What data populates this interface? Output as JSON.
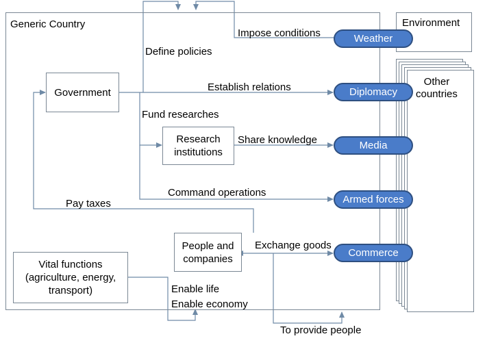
{
  "country": {
    "title": "Generic Country"
  },
  "environment": {
    "title": "Environment"
  },
  "other_countries": {
    "title": "Other\ncountries"
  },
  "nodes": {
    "government": "Government",
    "research": "Research\ninstitutions",
    "people": "People and\ncompanies",
    "vital": "Vital functions\n(agriculture, energy,\ntransport)"
  },
  "channels": {
    "weather": "Weather",
    "diplomacy": "Diplomacy",
    "media": "Media",
    "armed": "Armed forces",
    "commerce": "Commerce"
  },
  "edges": {
    "impose_conditions": "Impose conditions",
    "define_policies": "Define policies",
    "establish_relations": "Establish relations",
    "fund_researches": "Fund researches",
    "share_knowledge": "Share knowledge",
    "command_operations": "Command operations",
    "pay_taxes": "Pay taxes",
    "exchange_goods": "Exchange goods",
    "enable_life": "Enable life",
    "enable_economy": "Enable economy",
    "to_provide_people": "To provide people"
  },
  "colors": {
    "channel_fill": "#4a7cc9",
    "channel_border": "#2e4f80",
    "line": "#6f8aa6"
  }
}
